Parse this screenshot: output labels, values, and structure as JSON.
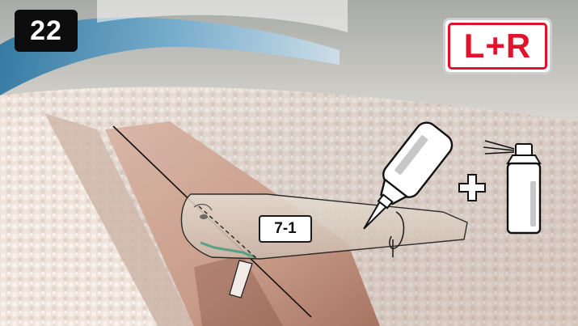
{
  "step": {
    "number": "22"
  },
  "side_badge": {
    "text": "L+R",
    "color": "#e1122b"
  },
  "part_label": {
    "text": "7-1"
  },
  "icons": {
    "glue_bottle": "glue-bottle-icon",
    "plus": "plus-icon",
    "spray_can": "spray-can-icon"
  },
  "photo": {
    "subject": "foam-wing-with-tail-part"
  }
}
